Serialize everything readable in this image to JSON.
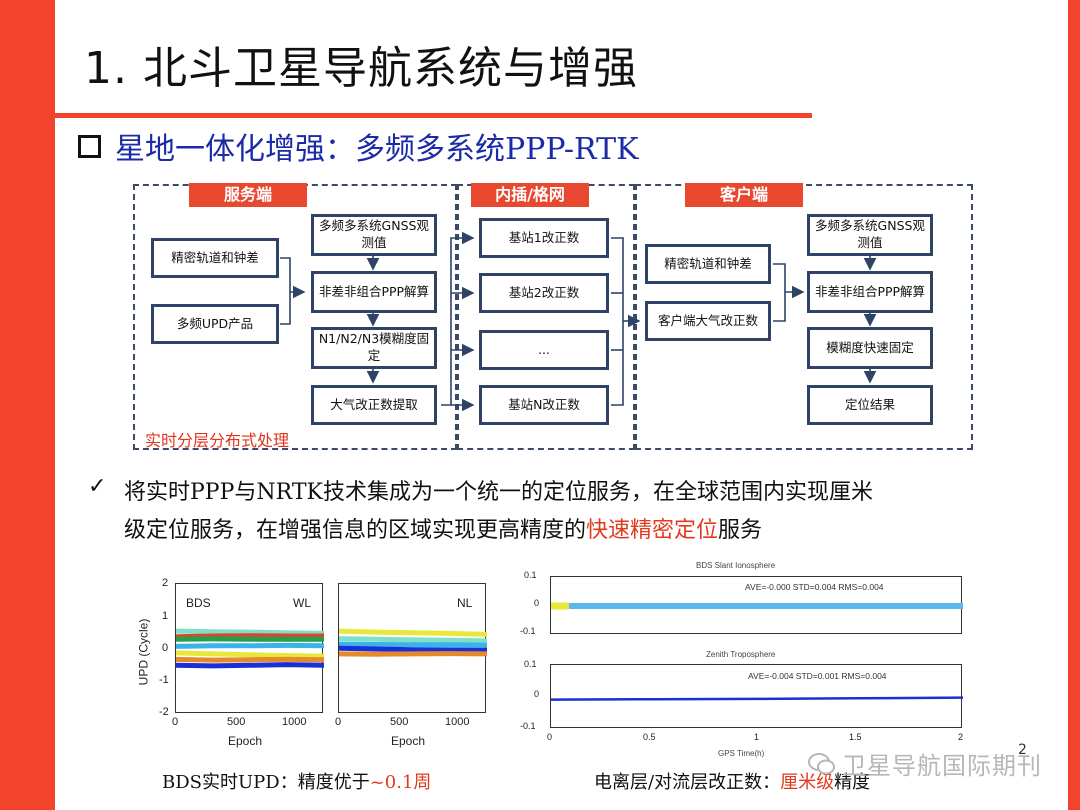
{
  "slide": {
    "title": "1. 北斗卫星导航系统与增强",
    "subtitle": "星地一体化增强：多频多系统PPP-RTK",
    "page_number": "2"
  },
  "diagram": {
    "server_header": "服务端",
    "grid_header": "内插/格网",
    "client_header": "客户端",
    "realtime_label": "实时分层分布式处理",
    "server": {
      "orbit_clock": "精密轨道和钟差",
      "upd_product": "多频UPD产品",
      "obs": "多频多系统GNSS观测值",
      "ppp_solution": "非差非组合PPP解算",
      "ambiguity_fix": "N1/N2/N3模糊度固定",
      "atmo_extract": "大气改正数提取"
    },
    "grid": {
      "station1": "基站1改正数",
      "station2": "基站2改正数",
      "ellipsis": "...",
      "stationN": "基站N改正数"
    },
    "client": {
      "orbit_clock": "精密轨道和钟差",
      "atmo_corr": "客户端大气改正数",
      "obs": "多频多系统GNSS观测值",
      "ppp_solution": "非差非组合PPP解算",
      "fast_fix": "模糊度快速固定",
      "result": "定位结果"
    }
  },
  "bullet": {
    "line1": "将实时PPP与NRTK技术集成为一个统一的定位服务，在全球范围内实现厘米",
    "line2_pre": "级定位服务，在增强信息的区域实现更高精度的",
    "line2_highlight": "快速精密定位",
    "line2_post": "服务"
  },
  "captions": {
    "left_pre": "BDS实时UPD：精度优于",
    "left_highlight": "~0.1周",
    "right_pre": "电离层/对流层改正数：",
    "right_highlight": "厘米级",
    "right_post": "精度"
  },
  "watermark": {
    "text": "卫星导航国际期刊",
    "icon": "wechat-icon"
  },
  "colors": {
    "accent": "#f4432c",
    "box_border": "#2e4366",
    "subtitle": "#1a2aa8",
    "highlight": "#e23a1e"
  },
  "chart_data": [
    {
      "type": "line",
      "panel_label": "BDS",
      "panel_tag": "WL",
      "xlabel": "Epoch",
      "ylabel": "UPD (Cycle)",
      "xticks": [
        "0",
        "500",
        "1000"
      ],
      "yticks": [
        "2",
        "1",
        "0",
        "-1",
        "-2"
      ],
      "xlim": [
        0,
        1200
      ],
      "ylim": [
        -2,
        2
      ],
      "series": [
        {
          "color": "#7fe0c8",
          "values": [
            0.55,
            0.53,
            0.52,
            0.5,
            0.48
          ]
        },
        {
          "color": "#e0442b",
          "values": [
            0.38,
            0.4,
            0.41,
            0.4,
            0.4
          ]
        },
        {
          "color": "#22a04a",
          "values": [
            0.3,
            0.31,
            0.3,
            0.3,
            0.3
          ]
        },
        {
          "color": "#3bb2e8",
          "values": [
            0.08,
            0.1,
            0.1,
            0.11,
            0.1
          ]
        },
        {
          "color": "#e8e83a",
          "values": [
            -0.12,
            -0.15,
            -0.18,
            -0.2,
            -0.22
          ]
        },
        {
          "color": "#e58a2a",
          "values": [
            -0.32,
            -0.34,
            -0.33,
            -0.32,
            -0.33
          ]
        },
        {
          "color": "#1a2fd6",
          "values": [
            -0.5,
            -0.52,
            -0.5,
            -0.48,
            -0.5
          ]
        }
      ]
    },
    {
      "type": "line",
      "panel_tag": "NL",
      "xlabel": "Epoch",
      "xticks": [
        "0",
        "500",
        "1000"
      ],
      "xlim": [
        0,
        1200
      ],
      "ylim": [
        -2,
        2
      ],
      "series": [
        {
          "color": "#e8e83a",
          "values": [
            0.55,
            0.52,
            0.5,
            0.48,
            0.45
          ]
        },
        {
          "color": "#7fe0c8",
          "values": [
            0.32,
            0.3,
            0.28,
            0.27,
            0.25
          ]
        },
        {
          "color": "#3bb2e8",
          "values": [
            0.15,
            0.14,
            0.13,
            0.13,
            0.12
          ]
        },
        {
          "color": "#1a2fd6",
          "values": [
            0.02,
            0.0,
            -0.02,
            -0.03,
            -0.04
          ]
        },
        {
          "color": "#e58a2a",
          "values": [
            -0.15,
            -0.16,
            -0.15,
            -0.14,
            -0.15
          ]
        }
      ]
    },
    {
      "type": "line",
      "title": "BDS Slant Ionosphere",
      "stats": "AVE=-0.000 STD=0.004 RMS=0.004",
      "yticks": [
        "0.1",
        "0",
        "-0.1"
      ],
      "xlim": [
        0,
        2
      ],
      "ylim": [
        -0.1,
        0.1
      ],
      "series": [
        {
          "color": "#5ab8ee",
          "values": [
            0.0,
            0.0,
            0.0,
            0.0,
            0.0
          ]
        }
      ]
    },
    {
      "type": "line",
      "title": "Zenith Troposphere",
      "stats": "AVE=-0.004 STD=0.001 RMS=0.004",
      "xlabel": "GPS Time(h)",
      "xticks": [
        "0",
        "0.5",
        "1",
        "1.5",
        "2"
      ],
      "yticks": [
        "0.1",
        "0",
        "-0.1"
      ],
      "xlim": [
        0,
        2
      ],
      "ylim": [
        -0.1,
        0.1
      ],
      "series": [
        {
          "color": "#1a2fd6",
          "values": [
            -0.008,
            -0.007,
            -0.006,
            -0.004,
            -0.002
          ]
        }
      ]
    }
  ]
}
